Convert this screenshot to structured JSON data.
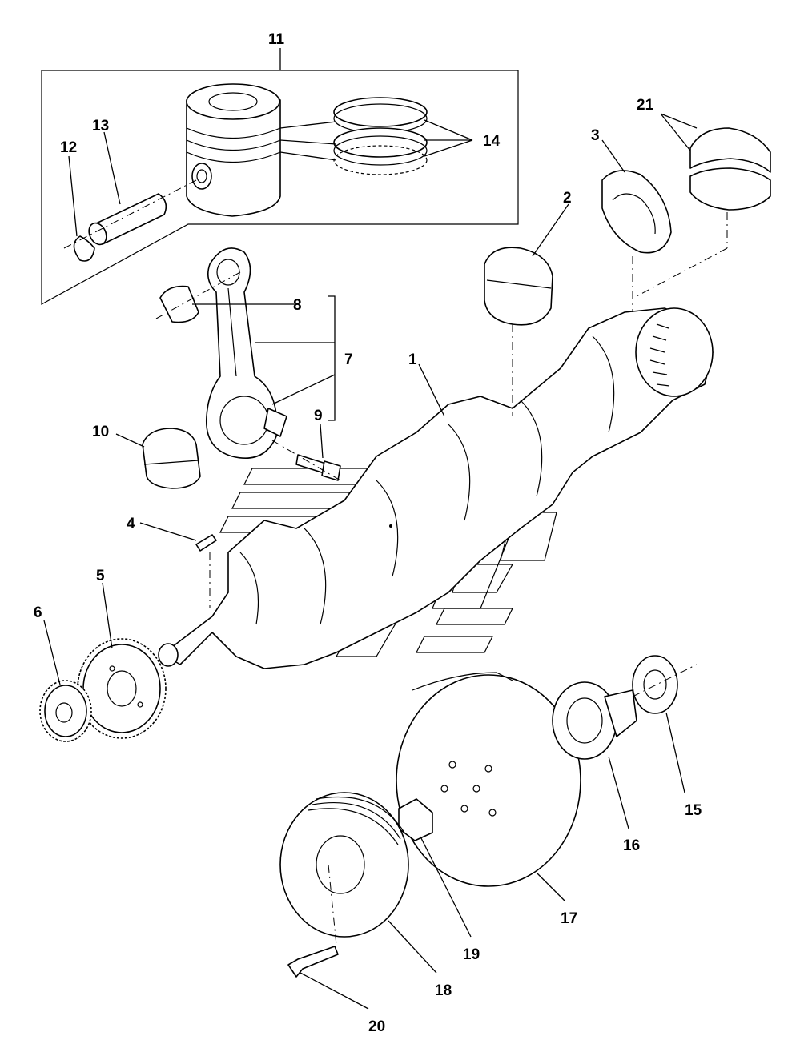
{
  "callouts": {
    "c1": "1",
    "c2": "2",
    "c3": "3",
    "c4": "4",
    "c5": "5",
    "c6": "6",
    "c7": "7",
    "c8": "8",
    "c9": "9",
    "c10": "10",
    "c11": "11",
    "c12": "12",
    "c13": "13",
    "c14": "14",
    "c15": "15",
    "c16": "16",
    "c17": "17",
    "c18": "18",
    "c19": "19",
    "c20": "20",
    "c21": "21"
  },
  "icons": {
    "watermark": "brand-watermark-icon"
  }
}
